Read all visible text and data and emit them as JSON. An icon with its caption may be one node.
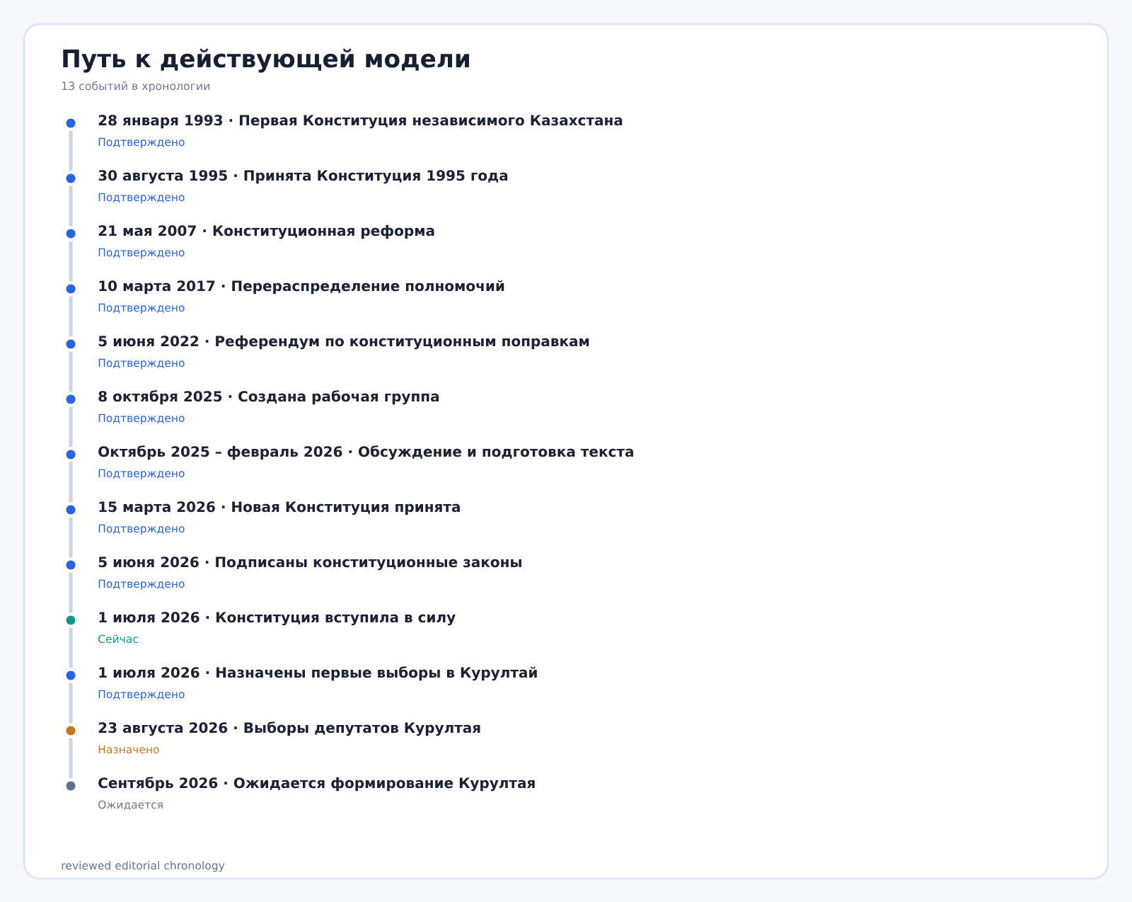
{
  "diagram": {
    "title": "Путь к действующей модели",
    "nodes": [
      {
        "text": [],
        "shape": "circle",
        "beside": [
          "28 января 1993 · Первая Конституция независимого Казахстана",
          "Подтверждено"
        ]
      },
      {
        "text": [],
        "shape": "circle",
        "beside": [
          "30 августа 1995 · Принята Конституция 1995 года",
          "Подтверждено"
        ]
      },
      {
        "text": [],
        "shape": "circle",
        "beside": [
          "21 мая 2007 · Конституционная реформа",
          "Подтверждено"
        ]
      },
      {
        "text": [],
        "shape": "circle",
        "beside": [
          "10 марта 2017 · Перераспределение полномочий",
          "Подтверждено"
        ]
      },
      {
        "text": [],
        "shape": "circle",
        "beside": [
          "5 июня 2022 · Референдум по конституционным поправкам",
          "Подтверждено"
        ]
      },
      {
        "text": [],
        "shape": "circle",
        "beside": [
          "8 октября 2025 · Создана рабочая группа",
          "Подтверждено"
        ]
      },
      {
        "text": [],
        "shape": "circle",
        "beside": [
          "Октябрь 2025 – февраль 2026 · Обсуждение и подготовка текста",
          "Подтверждено"
        ]
      },
      {
        "text": [],
        "shape": "circle",
        "beside": [
          "15 марта 2026 · Новая Конституция принята",
          "Подтверждено"
        ]
      },
      {
        "text": [],
        "shape": "circle",
        "beside": [
          "5 июня 2026 · Подписаны конституционные законы",
          "Подтверждено"
        ]
      },
      {
        "text": [],
        "shape": "circle",
        "beside": [
          "1 июля 2026 · Конституция вступила в силу",
          "Сейчас"
        ]
      },
      {
        "text": [],
        "shape": "circle",
        "beside": [
          "1 июля 2026 · Назначены первые выборы в Курултай",
          "Подтверждено"
        ]
      },
      {
        "text": [],
        "shape": "circle",
        "beside": [
          "23 августа 2026 · Выборы депутатов Курултая",
          "Назначено"
        ]
      },
      {
        "text": [],
        "shape": "circle",
        "beside": [
          "Сентябрь 2026 · Ожидается формирование Курултая",
          "Ожидается"
        ]
      }
    ],
    "edges": [
      {
        "from": 0,
        "to": 1,
        "arrow": "none"
      },
      {
        "from": 1,
        "to": 2,
        "arrow": "none"
      },
      {
        "from": 2,
        "to": 3,
        "arrow": "none"
      },
      {
        "from": 3,
        "to": 4,
        "arrow": "none"
      },
      {
        "from": 4,
        "to": 5,
        "arrow": "none"
      },
      {
        "from": 5,
        "to": 6,
        "arrow": "none"
      },
      {
        "from": 6,
        "to": 7,
        "arrow": "none"
      },
      {
        "from": 7,
        "to": 8,
        "arrow": "none"
      },
      {
        "from": 8,
        "to": 9,
        "arrow": "none"
      },
      {
        "from": 9,
        "to": 10,
        "arrow": "none"
      },
      {
        "from": 10,
        "to": 11,
        "arrow": "none"
      },
      {
        "from": 11,
        "to": 12,
        "arrow": "none"
      }
    ],
    "labels": [
      "13 событий в хронологии",
      "reviewed editorial chronology"
    ]
  }
}
